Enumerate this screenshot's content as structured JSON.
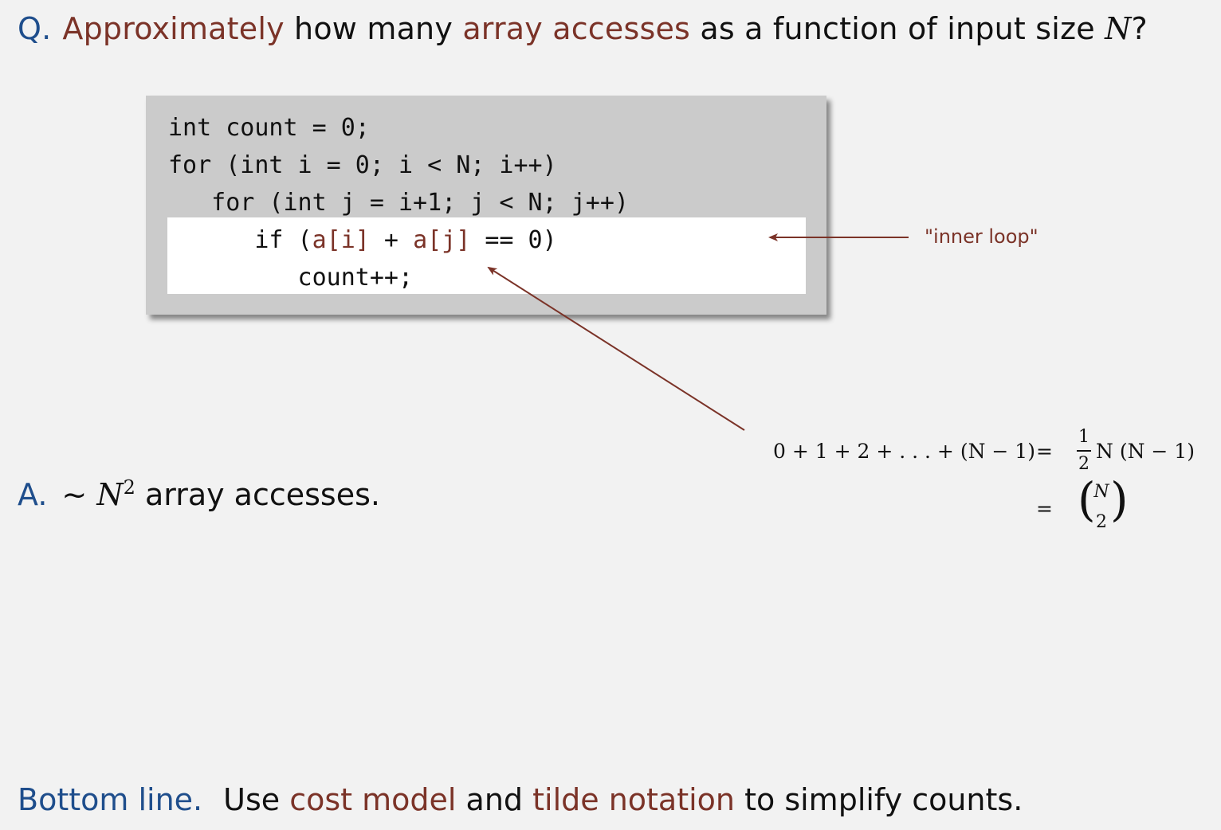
{
  "question": {
    "label": "Q.",
    "part1": "Approximately",
    "part2": " how many ",
    "part3": "array accesses",
    "part4": " as a function of input size ",
    "var": "N",
    "end": "?"
  },
  "code": {
    "line1": "int count = 0;",
    "line2": "for (int i = 0; i < N; i++)",
    "line3": "   for (int j = i+1; j < N; j++)",
    "line4_pre": "      if (",
    "line4_ai": "a[i]",
    "line4_mid": " + ",
    "line4_aj": "a[j]",
    "line4_post": " == 0)",
    "line5": "         count++;"
  },
  "inner_loop_label": "\"inner loop\"",
  "equation": {
    "lhs": "0 + 1 + 2 + . . . + (N − 1)",
    "eq1": "=",
    "num": "1",
    "den": "2",
    "rhs1": "N (N − 1)",
    "eq2": "=",
    "binom_top": "N",
    "binom_bottom": "2"
  },
  "answer": {
    "label": "A.",
    "tilde": "~",
    "var": "N",
    "exp": "2",
    "text": " array accesses."
  },
  "bottom_line": {
    "label": "Bottom line.",
    "t1": "Use ",
    "t2": "cost model",
    "t3": " and ",
    "t4": "tilde notation",
    "t5": " to simplify counts."
  },
  "colors": {
    "background": "#f2f2f2",
    "label_blue": "#1f4e8c",
    "accent_red": "#7b3328",
    "code_box": "#cbcbcb",
    "highlight": "#ffffff"
  }
}
